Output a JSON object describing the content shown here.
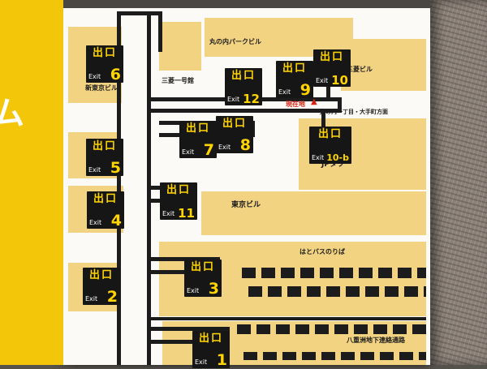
{
  "left_strip": {
    "partial_text": "ム"
  },
  "map": {
    "exits": [
      {
        "deguchi": "出口",
        "exit": "Exit",
        "number": "6"
      },
      {
        "deguchi": "出口",
        "exit": "Exit",
        "number": "12"
      },
      {
        "deguchi": "出口",
        "exit": "Exit",
        "number": "9"
      },
      {
        "deguchi": "出口",
        "exit": "Exit",
        "number": "10"
      },
      {
        "deguchi": "出口",
        "exit": "Exit",
        "number": "5"
      },
      {
        "deguchi": "出口",
        "exit": "Exit",
        "number": "7"
      },
      {
        "deguchi": "出口",
        "exit": "Exit",
        "number": "8"
      },
      {
        "deguchi": "出口",
        "exit": "Exit",
        "number": "10-b"
      },
      {
        "deguchi": "出口",
        "exit": "Exit",
        "number": "4"
      },
      {
        "deguchi": "出口",
        "exit": "Exit",
        "number": "11"
      },
      {
        "deguchi": "出口",
        "exit": "Exit",
        "number": "2"
      },
      {
        "deguchi": "出口",
        "exit": "Exit",
        "number": "3"
      },
      {
        "deguchi": "出口",
        "exit": "Exit",
        "number": "1"
      }
    ],
    "labels": {
      "marunouchi_park_bldg": "丸の内パークビル",
      "mitsubishi_bldg": "三菱ビル",
      "shin_tokyo_bldg": "新東京ビル",
      "mitsubishi_ichigokan": "三菱一号館",
      "current_location": "現在地",
      "current_location_marker": "▲",
      "direction_sign": "丸の内一丁目・大手町方面",
      "jp_tower": "JPタワー",
      "tokyo_bldg": "東京ビル",
      "hato_bus_stop": "はとバスのりば",
      "yaesu_passage": "八重洲地下連絡通路"
    },
    "colors": {
      "strip_yellow": "#f3c609",
      "building_tan": "#f2d382",
      "exit_sign_black": "#161616",
      "exit_sign_yellow": "#ffd400",
      "current_location_red": "#da2315",
      "wall_gray": "#8b8178",
      "panel_white": "#fbfaf6"
    }
  }
}
